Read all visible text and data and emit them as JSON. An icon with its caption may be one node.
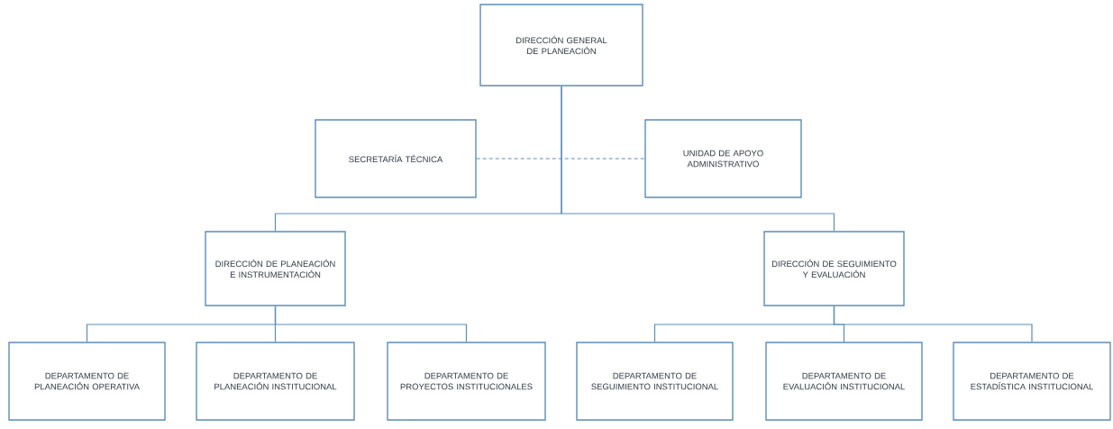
{
  "diagram": {
    "nodes": [
      {
        "text": [
          "DIRECCIÓN GENERAL DE PLANEACIÓN"
        ]
      },
      {
        "text": [
          "SECRETARÍA TÉCNICA"
        ]
      },
      {
        "text": [
          "UNIDAD DE APOYO ADMINISTRATIVO"
        ]
      },
      {
        "text": [
          "DIRECCIÓN DE PLANEACIÓN E INSTRUMENTACIÓN"
        ]
      },
      {
        "text": [
          "DIRECCIÓN DE SEGUIMIENTO Y EVALUACIÓN"
        ]
      },
      {
        "text": [
          "DEPARTAMENTO DE PLANEACIÓN OPERATIVA"
        ]
      },
      {
        "text": [
          "DEPARTAMENTO DE PLANEACIÓN INSTITUCIONAL"
        ]
      },
      {
        "text": [
          "DEPARTAMENTO DE PROYECTOS INSTITUCIONALES"
        ]
      },
      {
        "text": [
          "DEPARTAMENTO DE SEGUIMIENTO INSTITUCIONAL"
        ]
      },
      {
        "text": [
          "DEPARTAMENTO DE EVALUACIÓN INSTITUCIONAL"
        ]
      },
      {
        "text": [
          "DEPARTAMENTO DE ESTADÍSTICA INSTITUCIONAL"
        ]
      }
    ],
    "edges": [
      {
        "from": 0,
        "to": 3,
        "arrow": "none"
      },
      {
        "from": 0,
        "to": 4,
        "arrow": "none"
      },
      {
        "from": 1,
        "to": 2,
        "arrow": "none",
        "style": "dashed"
      },
      {
        "from": 3,
        "to": 5,
        "arrow": "none"
      },
      {
        "from": 3,
        "to": 6,
        "arrow": "none"
      },
      {
        "from": 3,
        "to": 7,
        "arrow": "none"
      },
      {
        "from": 4,
        "to": 8,
        "arrow": "none"
      },
      {
        "from": 4,
        "to": 9,
        "arrow": "none"
      },
      {
        "from": 4,
        "to": 10,
        "arrow": "none"
      }
    ]
  }
}
